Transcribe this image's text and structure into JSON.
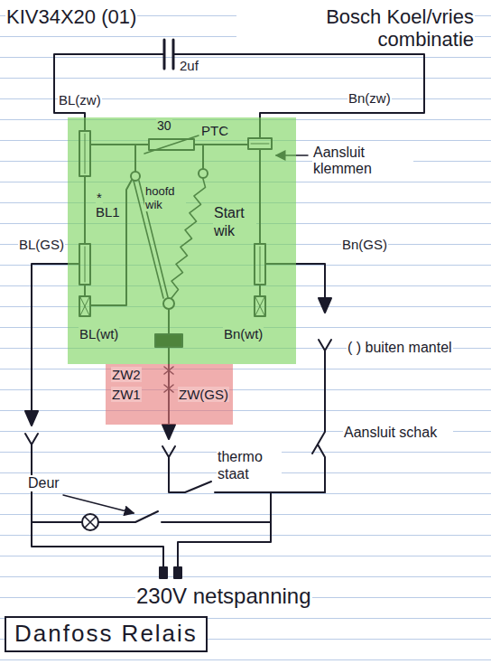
{
  "diagram": {
    "title": "KIV34X20 (01)",
    "nodes": [
      {
        "text": [
          "30",
          "PTC",
          "hoofd wik",
          "*",
          "BL1",
          "Start wik",
          "BL(wt)",
          "Bn(wt)"
        ]
      },
      {
        "text": [
          "ZW2",
          "ZW1",
          "ZW(GS)"
        ]
      },
      {
        "text": [
          "Danfoss Relais"
        ]
      }
    ],
    "labels": [
      "Bosch Koel/vries combinatie",
      "2uf",
      "BL(zw)",
      "Bn(zw)",
      "Aansluit klemmen",
      "BL(GS)",
      "Bn(GS)",
      "( ) buiten mantel",
      "Aansluit schak",
      "Deur",
      "thermo staat",
      "230V netspanning"
    ]
  }
}
